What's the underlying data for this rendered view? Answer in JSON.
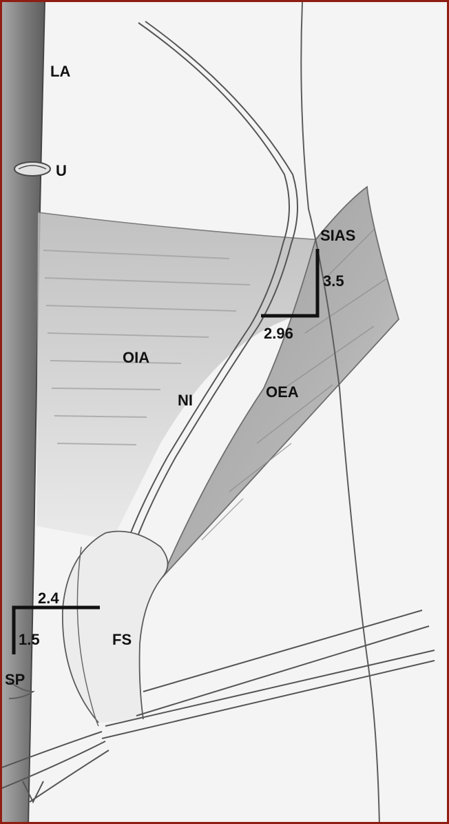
{
  "colors": {
    "frame_border": "#8f1d12",
    "paper": "#f4f4f4",
    "pencil": "#555555",
    "shading_dark": "#8a8a8a",
    "marker": "#111111"
  },
  "labels": {
    "la": "LA",
    "u": "U",
    "sias": "SIAS",
    "oia": "OIA",
    "ni": "NI",
    "oea": "OEA",
    "fs": "FS",
    "sp": "SP"
  },
  "measurements": {
    "sias_vertical": "3.5",
    "sias_horizontal": "2.96",
    "sp_horizontal": "2.4",
    "sp_vertical": "1.5"
  }
}
